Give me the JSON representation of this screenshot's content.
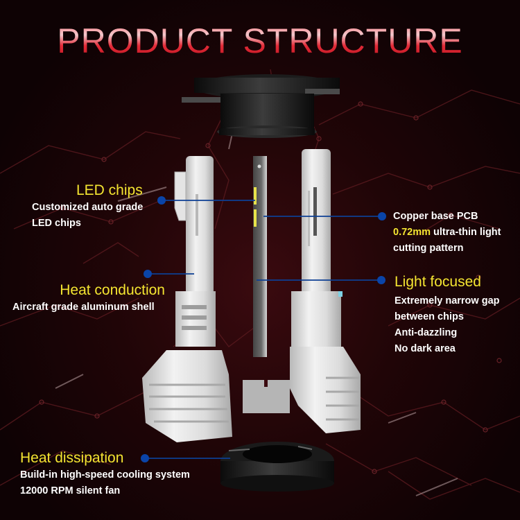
{
  "title": "PRODUCT STRUCTURE",
  "colors": {
    "background": "#0d0204",
    "title_red": "#e0303c",
    "heading_yellow": "#f4e531",
    "body_text": "#ffffff",
    "connector_blue": "#0d3f94",
    "dot_blue": "#0a44a8",
    "aluminum": "#d9d9d9",
    "pcb_gray": "#5a5a5a",
    "chip_yellow": "#e8e24a"
  },
  "callouts": {
    "led_chips": {
      "heading": "LED chips",
      "lines": [
        "Customized auto grade",
        "LED chips"
      ],
      "icon": "blue-dot-connector"
    },
    "copper_pcb": {
      "heading": "Copper base PCB",
      "highlight": "0.72mm",
      "line1_rest": " ultra-thin light",
      "line2": "cutting pattern",
      "icon": "blue-dot-connector"
    },
    "heat_conduction": {
      "heading": "Heat conduction",
      "lines": [
        "Aircraft grade aluminum shell"
      ],
      "icon": "blue-dot-connector"
    },
    "light_focused": {
      "heading": "Light focused",
      "lines": [
        "Extremely narrow gap",
        "between chips",
        "Anti-dazzling",
        "No dark area"
      ],
      "icon": "blue-dot-connector"
    },
    "heat_dissipation": {
      "heading": "Heat dissipation",
      "lines": [
        "Build-in high-speed cooling system",
        "12000 RPM silent fan"
      ],
      "icon": "blue-dot-connector"
    }
  },
  "components": [
    "adapter-base",
    "left-aluminum-shell",
    "copper-pcb-board",
    "right-aluminum-shell",
    "pcb-bracket",
    "cooling-fan"
  ]
}
